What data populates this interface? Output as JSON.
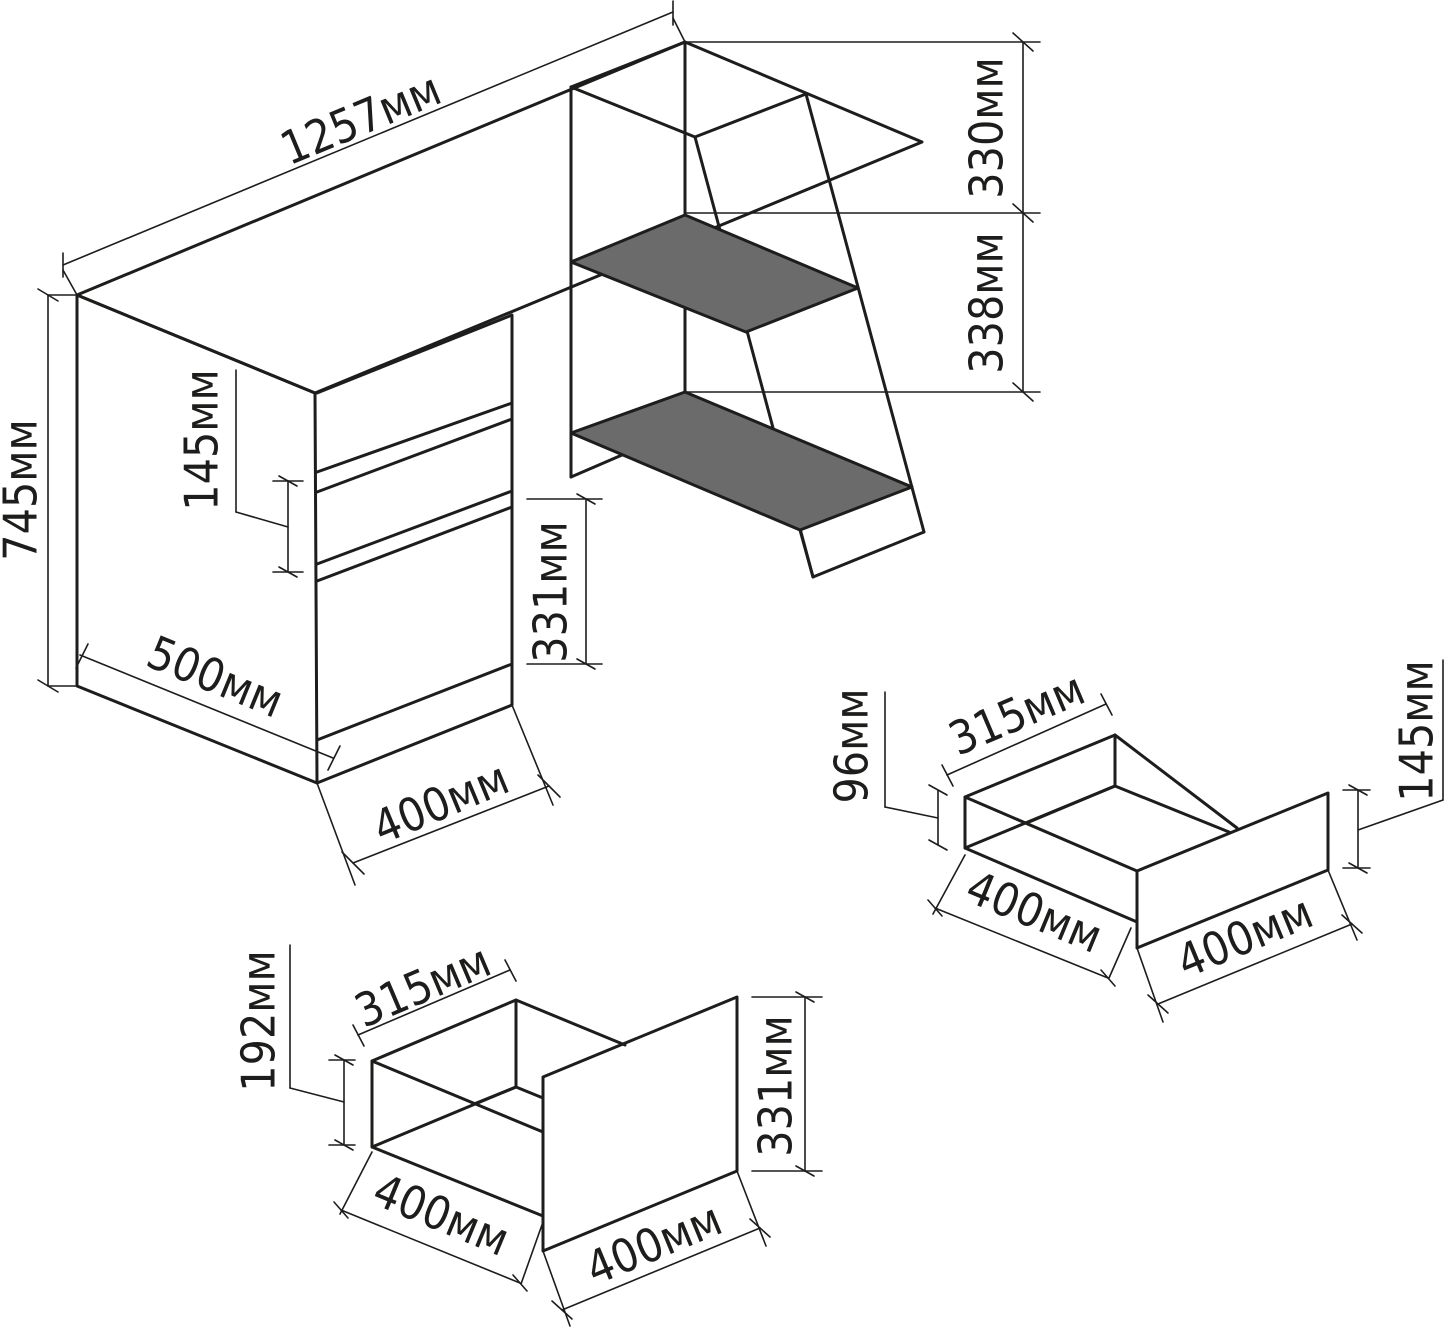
{
  "desk": {
    "width": "1257мм",
    "height": "745мм",
    "depth": "500мм",
    "drawer_block_width": "400мм",
    "drawer_front_small": "145мм",
    "drawer_front_large": "331мм",
    "shelf_top_height": "330мм",
    "shelf_middle_height": "338мм"
  },
  "small_drawer": {
    "front_height": "145мм",
    "box_height": "96мм",
    "inner_width": "315мм",
    "depth": "400мм",
    "front_width": "400мм"
  },
  "large_drawer": {
    "front_height": "331мм",
    "box_height": "192мм",
    "inner_width": "315мм",
    "depth": "400мм",
    "front_width": "400мм"
  },
  "colors": {
    "line": "#1d1d1b",
    "shelf_fill": "#6b6b6b",
    "background": "#ffffff"
  }
}
